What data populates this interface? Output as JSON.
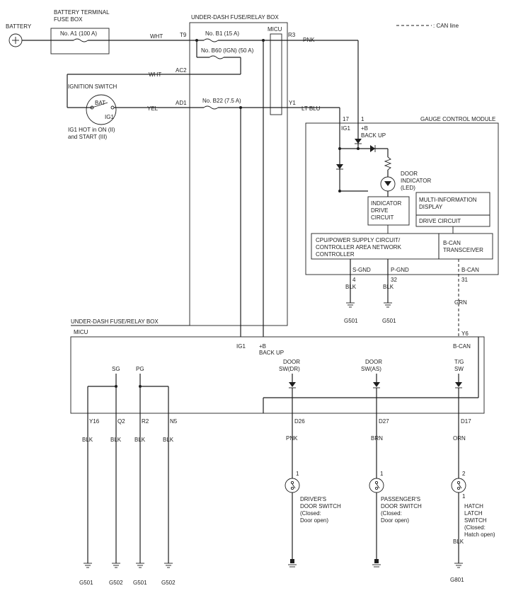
{
  "labels": {
    "battery": "BATTERY",
    "battery_box_l1": "BATTERY TERMINAL",
    "battery_box_l2": "FUSE BOX",
    "fuse_a1": "No. A1 (100 A)",
    "underdash_top": "UNDER-DASH FUSE/RELAY BOX",
    "micu_top": "MICU",
    "can_legend": ": CAN line",
    "fuse_b1": "No. B1 (15 A)",
    "fuse_b60": "No. B60 (IGN) (50 A)",
    "fuse_b22": "No. B22 (7.5 A)",
    "t9": "T9",
    "ac2": "AC2",
    "ad1": "AD1",
    "r3": "R3",
    "y1": "Y1",
    "wht1": "WHT",
    "wht2": "WHT",
    "yel": "YEL",
    "pnk_top": "PNK",
    "ltblu": "LT BLU",
    "ign_switch": "IGNITION SWITCH",
    "bat": "BAT",
    "ig1_sw": "IG1",
    "ig1_note_l1": "IG1 HOT in ON (II)",
    "ig1_note_l2": "and START (III)",
    "gcm": "GAUGE CONTROL MODULE",
    "pin17": "17",
    "pin1": "1",
    "ig1_gcm": "IG1",
    "plusb_gcm": "+B",
    "backup_gcm": "BACK UP",
    "door_ind_l1": "DOOR",
    "door_ind_l2": "INDICATOR",
    "door_ind_l3": "(LED)",
    "ind_drive_l1": "INDICATOR",
    "ind_drive_l2": "DRIVE",
    "ind_drive_l3": "CIRCUIT",
    "mid_l1": "MULTI-INFORMATION",
    "mid_l2": "DISPLAY",
    "drive_circuit": "DRIVE CIRCUIT",
    "cpu_l1": "CPU/POWER SUPPLY CIRCUIT/",
    "cpu_l2": "CONTROLLER AREA NETWORK",
    "cpu_l3": "CONTROLLER",
    "bcan_tr_l1": "B-CAN",
    "bcan_tr_l2": "TRANSCEIVER",
    "sgnd": "S-GND",
    "pgnd": "P-GND",
    "bcan_gcm": "B-CAN",
    "pin4": "4",
    "pin32": "32",
    "pin31": "31",
    "blk_g1": "BLK",
    "blk_g2": "BLK",
    "grn": "GRN",
    "g501_a": "G501",
    "g501_b": "G501",
    "underdash_bot": "UNDER-DASH FUSE/RELAY BOX",
    "micu_bot": "MICU",
    "y6": "Y6",
    "bcan_micu": "B-CAN",
    "ig1_micu": "IG1",
    "plusb_micu": "+B",
    "backup_micu": "BACK UP",
    "sg": "SG",
    "pg": "PG",
    "door_dr_l1": "DOOR",
    "door_dr_l2": "SW(DR)",
    "door_as_l1": "DOOR",
    "door_as_l2": "SW(AS)",
    "tg_l1": "T/G",
    "tg_l2": "SW",
    "y16": "Y16",
    "q2": "Q2",
    "r2": "R2",
    "n5": "N5",
    "d26": "D26",
    "d27": "D27",
    "d17": "D17",
    "blk_1": "BLK",
    "blk_2": "BLK",
    "blk_3": "BLK",
    "blk_4": "BLK",
    "pnk_bot": "PNK",
    "brn": "BRN",
    "orn": "ORN",
    "sw_pin_dr": "1",
    "sw_pin_as": "1",
    "sw_pin_hatch_top": "2",
    "sw_pin_hatch_bot": "1",
    "drv_sw_l1": "DRIVER'S",
    "drv_sw_l2": "DOOR SWITCH",
    "drv_sw_l3": "(Closed:",
    "drv_sw_l4": "Door open)",
    "pas_sw_l1": "PASSENGER'S",
    "pas_sw_l2": "DOOR SWITCH",
    "pas_sw_l3": "(Closed:",
    "pas_sw_l4": "Door open)",
    "hatch_l1": "HATCH",
    "hatch_l2": "LATCH",
    "hatch_l3": "SWITCH",
    "hatch_l4": "(Closed:",
    "hatch_l5": "Hatch open)",
    "blk_hatch": "BLK",
    "g_y16": "G501",
    "g_q2": "G502",
    "g_r2": "G501",
    "g_n5": "G502",
    "g801": "G801"
  }
}
